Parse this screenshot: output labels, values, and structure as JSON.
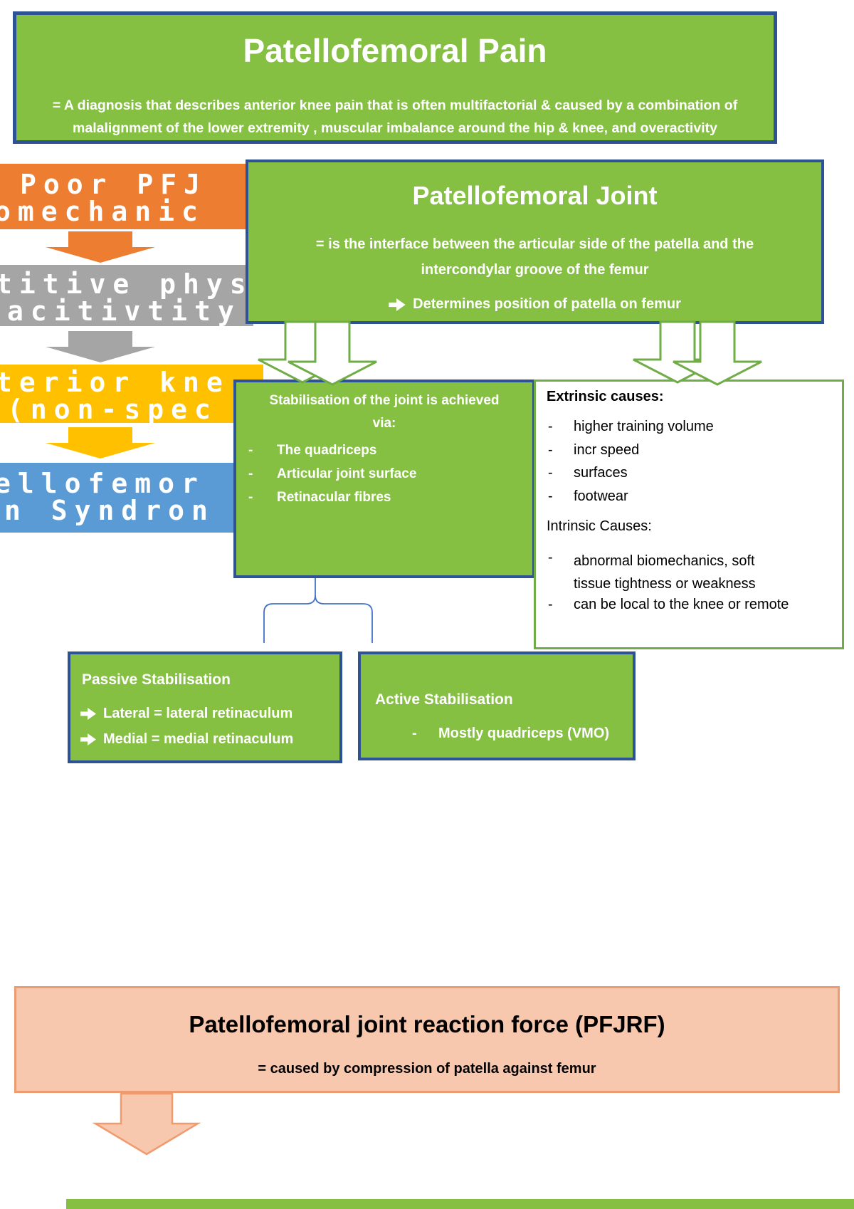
{
  "colors": {
    "green_fill": "#86C043",
    "navy_border": "#2E5395",
    "green_border": "#70AD47",
    "orange": "#ED7D31",
    "gray": "#A5A5A5",
    "gold": "#FFC000",
    "blue": "#5B9BD5",
    "peach_fill": "#F8C8AE",
    "peach_border": "#ED9B6F",
    "brace_blue": "#4472C4"
  },
  "icons": {
    "bullet_arrow": "arrow-right-icon",
    "down_arrow": "arrow-down-icon"
  },
  "header": {
    "title": "Patellofemoral Pain",
    "desc1": "= A diagnosis that describes anterior knee pain that is often multifactorial & caused by a combination of",
    "desc2": "malalignment of the lower extremity , muscular imbalance around the hip & knee, and overactivity"
  },
  "left_chain": {
    "box1": {
      "line1": "Poor PFJ",
      "line2": "omechanic"
    },
    "box2": {
      "line1": "titive phys",
      "line2": "acitivtity"
    },
    "box3": {
      "line1": "terior kne",
      "line2": "(non-spec"
    },
    "box4": {
      "line1": "ellofemor",
      "line2": "n Syndron"
    }
  },
  "pfj_joint": {
    "title": "Patellofemoral Joint",
    "desc1": "= is the interface between the articular side of the patella and the",
    "desc2": "intercondylar groove of the femur",
    "arrow_note": "Determines position of patella on femur"
  },
  "stabilisation": {
    "heading1": "Stabilisation of the joint is achieved",
    "heading2": "via:",
    "marker": "-",
    "items": [
      "The quadriceps",
      "Articular joint surface",
      "Retinacular fibres"
    ]
  },
  "causes": {
    "extrinsic_heading": "Extrinsic causes:",
    "marker": "-",
    "extrinsic_items": [
      "higher training volume",
      "incr speed",
      "surfaces",
      "footwear"
    ],
    "intrinsic_heading": "Intrinsic Causes:",
    "intrinsic_items": [
      "abnormal biomechanics, soft tissue tightness or weakness",
      "can be local to the knee or remote"
    ]
  },
  "passive": {
    "title": "Passive Stabilisation",
    "items": [
      "Lateral = lateral retinaculum",
      "Medial = medial retinaculum"
    ]
  },
  "active": {
    "title": "Active Stabilisation",
    "marker": "-",
    "items": [
      "Mostly quadriceps (VMO)"
    ]
  },
  "pfjrf": {
    "title": "Patellofemoral joint reaction force (PFJRF)",
    "desc": "= caused by compression of patella against femur"
  }
}
